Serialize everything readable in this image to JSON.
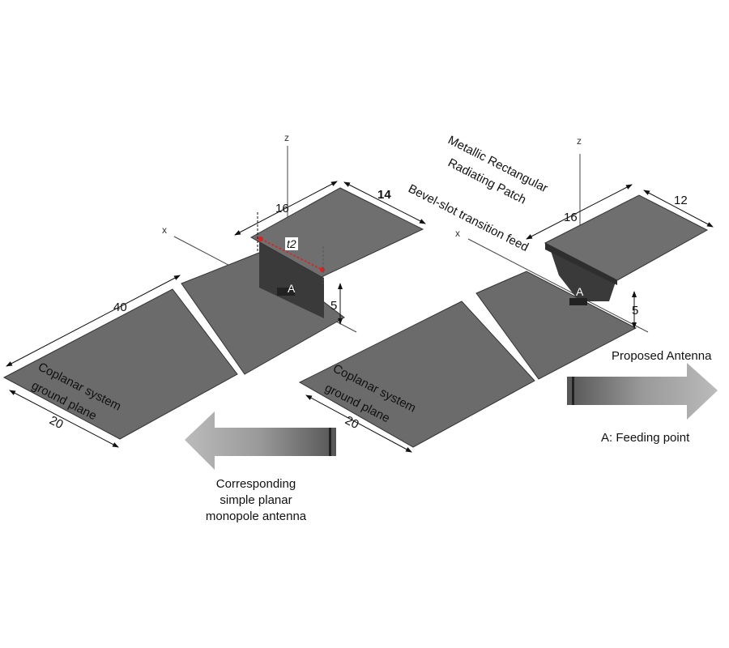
{
  "left_antenna": {
    "axis_z": "z",
    "axis_x": "x",
    "dim_length": "40",
    "dim_width": "20",
    "dim_patch_width": "16",
    "dim_patch_length": "14",
    "dim_height": "5",
    "dim_t2": "t2",
    "feed_point": "A",
    "ground_label_line1": "Coplanar system",
    "ground_label_line2": "ground plane",
    "caption_line1": "Corresponding",
    "caption_line2": "simple planar",
    "caption_line3": "monopole antenna"
  },
  "right_antenna": {
    "axis_z": "z",
    "axis_x": "x",
    "dim_width": "20",
    "dim_patch_width": "16",
    "dim_patch_length": "12",
    "dim_height": "5",
    "feed_point": "A",
    "patch_label_line1": "Metallic Rectangular",
    "patch_label_line2": "Radiating Patch",
    "feed_label": "Bevel-slot transition feed",
    "ground_label_line1": "Coplanar system",
    "ground_label_line2": "ground plane",
    "caption": "Proposed Antenna",
    "legend": "A: Feeding point"
  },
  "colors": {
    "plate": "#6b6b6b",
    "feed": "#333333",
    "marker": "#e02020"
  }
}
